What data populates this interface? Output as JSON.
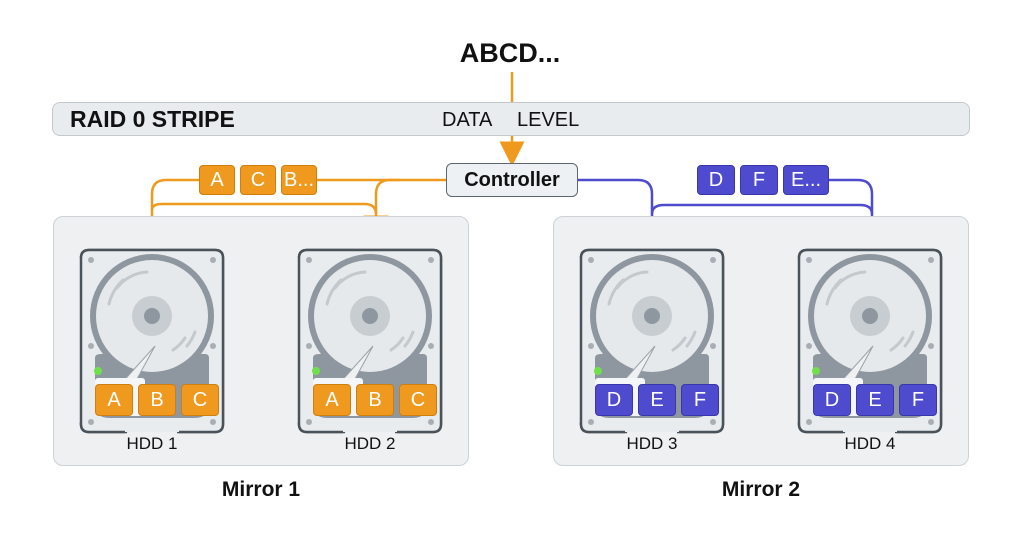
{
  "diagram": {
    "input_label": "ABCD...",
    "level_bar": {
      "title": "RAID 0 STRIPE",
      "data_label": "DATA",
      "level_label": "LEVEL"
    },
    "controller_label": "Controller",
    "colors": {
      "mirror1": "#ef9a1e",
      "mirror2": "#4f4bcf",
      "led": "#6fe04a"
    },
    "stripes": [
      {
        "name": "mirror1-stripe",
        "blocks": [
          "A",
          "C",
          "B..."
        ]
      },
      {
        "name": "mirror2-stripe",
        "blocks": [
          "D",
          "F",
          "E..."
        ]
      }
    ],
    "mirrors": [
      {
        "label": "Mirror 1",
        "drives": [
          {
            "label": "HDD 1",
            "blocks": [
              "A",
              "B",
              "C"
            ]
          },
          {
            "label": "HDD 2",
            "blocks": [
              "A",
              "B",
              "C"
            ]
          }
        ]
      },
      {
        "label": "Mirror 2",
        "drives": [
          {
            "label": "HDD 3",
            "blocks": [
              "D",
              "E",
              "F"
            ]
          },
          {
            "label": "HDD 4",
            "blocks": [
              "D",
              "E",
              "F"
            ]
          }
        ]
      }
    ]
  }
}
